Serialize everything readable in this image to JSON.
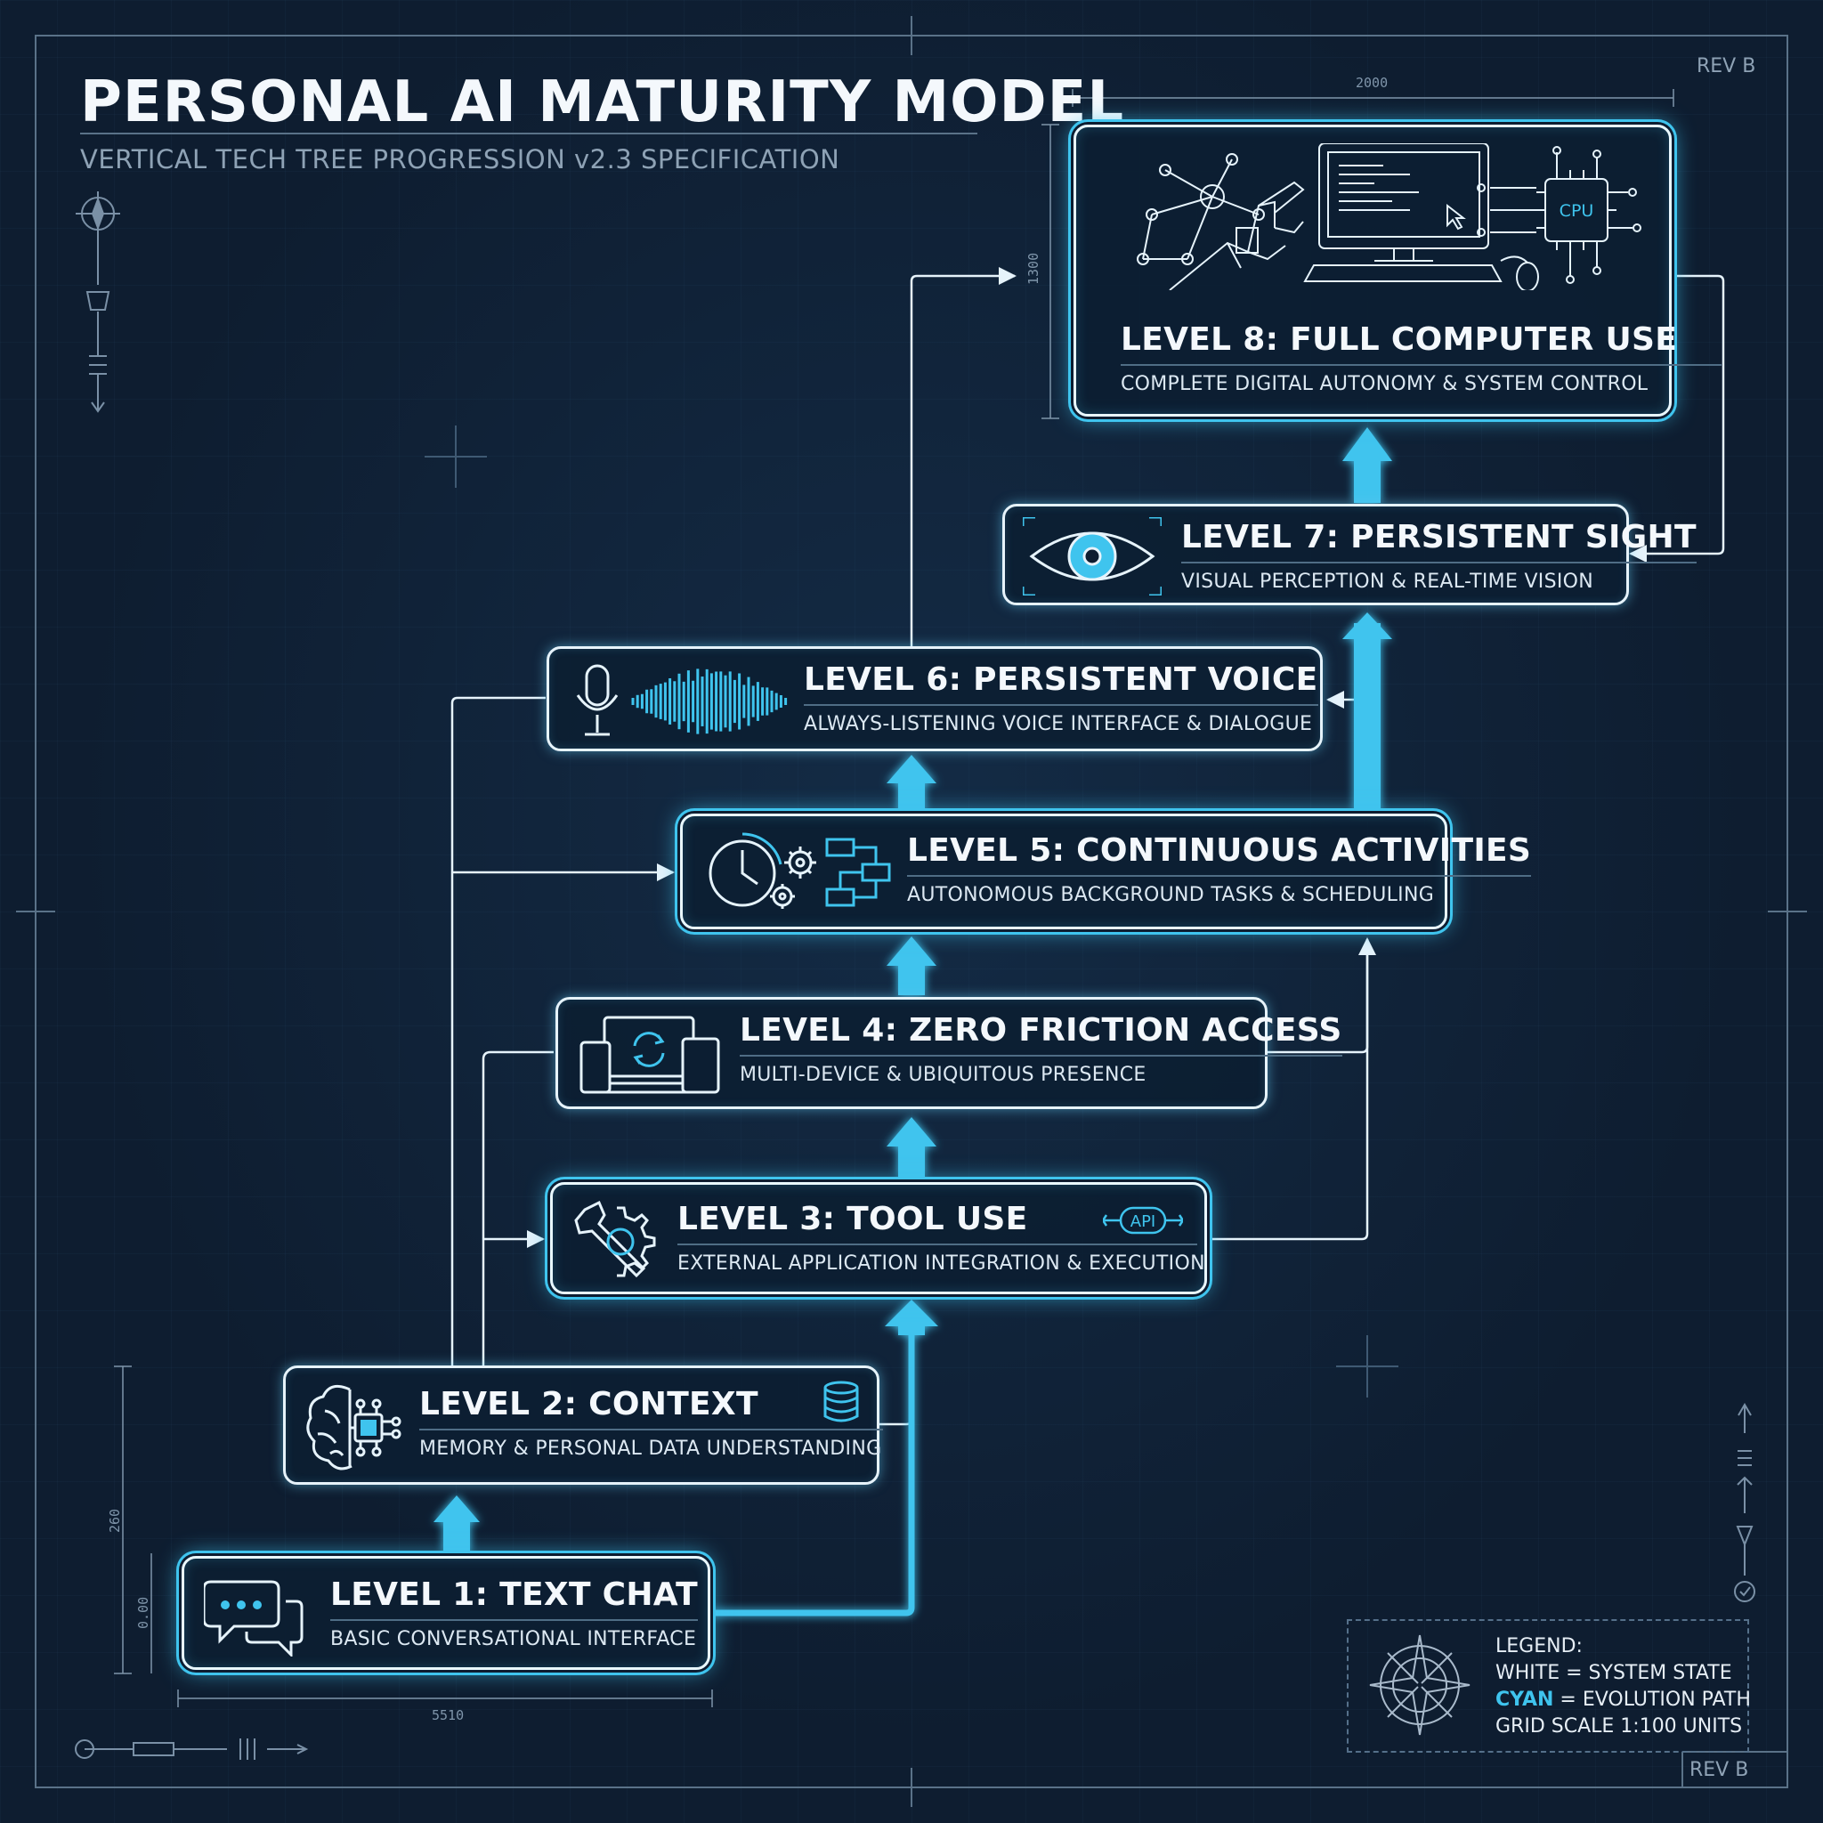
{
  "title": "PERSONAL AI MATURITY MODEL",
  "subtitle": "VERTICAL TECH TREE PROGRESSION v2.3 SPECIFICATION",
  "revision": "REV B",
  "dimensions": {
    "top_width": "2000",
    "top_height": "1300",
    "left_height_a": "260",
    "left_height_b": "0.00",
    "bottom_width": "5510"
  },
  "levels": [
    {
      "title": "LEVEL 1: TEXT CHAT",
      "subtitle": "BASIC CONVERSATIONAL INTERFACE",
      "icon": "chat-bubbles-icon"
    },
    {
      "title": "LEVEL 2: CONTEXT",
      "subtitle": "MEMORY & PERSONAL DATA UNDERSTANDING",
      "icon": "brain-circuit-icon"
    },
    {
      "title": "LEVEL 3: TOOL USE",
      "subtitle": "EXTERNAL APPLICATION INTEGRATION & EXECUTION",
      "icon": "wrench-gear-icon",
      "badge": "API"
    },
    {
      "title": "LEVEL 4: ZERO FRICTION ACCESS",
      "subtitle": "MULTI-DEVICE & UBIQUITOUS PRESENCE",
      "icon": "multi-device-icon"
    },
    {
      "title": "LEVEL 5: CONTINUOUS ACTIVITIES",
      "subtitle": "AUTONOMOUS BACKGROUND TASKS & SCHEDULING",
      "icon": "clock-gears-icon"
    },
    {
      "title": "LEVEL 6: PERSISTENT VOICE",
      "subtitle": "ALWAYS-LISTENING VOICE INTERFACE & DIALOGUE",
      "icon": "microphone-waveform-icon"
    },
    {
      "title": "LEVEL 7: PERSISTENT SIGHT",
      "subtitle": "VISUAL PERCEPTION & REAL-TIME VISION",
      "icon": "eye-icon"
    },
    {
      "title": "LEVEL 8: FULL COMPUTER USE",
      "subtitle": "COMPLETE DIGITAL AUTONOMY & SYSTEM CONTROL",
      "icon": "robot-hand-computer-icon",
      "badge": "CPU"
    }
  ],
  "legend": {
    "heading": "LEGEND:",
    "white_line": "WHITE = SYSTEM STATE",
    "cyan_word": "CYAN",
    "cyan_rest": " = EVOLUTION PATH",
    "scale": "GRID SCALE 1:100 UNITS"
  },
  "colors": {
    "background": "#0e1d30",
    "evolution_path": "#3fc4ee",
    "system_state": "#e6f3fb"
  }
}
